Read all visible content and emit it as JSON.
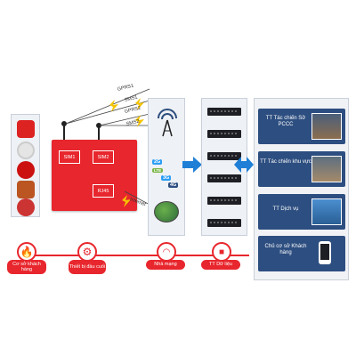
{
  "colors": {
    "red": "#e8262d",
    "blue": "#1f7fd6",
    "panel": "#eef1f5",
    "dark_blue": "#2d4e80"
  },
  "device": {
    "sim1": "SIM1",
    "sim2": "SIM2",
    "rj45": "RJ45"
  },
  "links": {
    "gprs1": "GPRS1",
    "sms1": "SMS1",
    "gprs2": "GPRS2",
    "sms2": "SMS2",
    "internet": "Internet"
  },
  "network": {
    "g2": "2G",
    "g3": "3G",
    "g4": "4G",
    "lte": "LTE"
  },
  "centers": [
    {
      "label": "TT Tác chiến Sở PCCC"
    },
    {
      "label": "TT Tác chiến khu vực"
    },
    {
      "label": "TT Dịch vụ"
    },
    {
      "label": "Chủ cơ sở Khách hàng"
    }
  ],
  "steps": [
    {
      "label": "Cơ sở khách hàng",
      "icon": "flame-icon"
    },
    {
      "label": "Thiết bị đầu cuối",
      "icon": "gear-icon"
    },
    {
      "label": "Nhà mạng",
      "icon": "wifi-icon"
    },
    {
      "label": "TT Dữ liệu",
      "icon": "sd-card-icon"
    }
  ]
}
